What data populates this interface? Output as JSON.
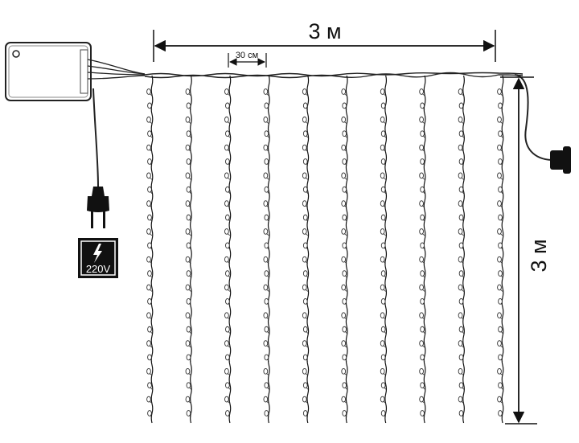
{
  "diagram": {
    "width_label": "3 м",
    "height_label": "3 м",
    "spacing_label": "30 см",
    "voltage_label": "220V",
    "strand_count": 10,
    "bulbs_per_strand": 24,
    "colors": {
      "line": "#111111",
      "background": "#ffffff",
      "bulb": "#ffffff"
    },
    "icons": {
      "controller": "controller-box-icon",
      "plug": "eu-plug-icon",
      "socket": "end-connector-icon",
      "power": "lightning-icon"
    }
  }
}
